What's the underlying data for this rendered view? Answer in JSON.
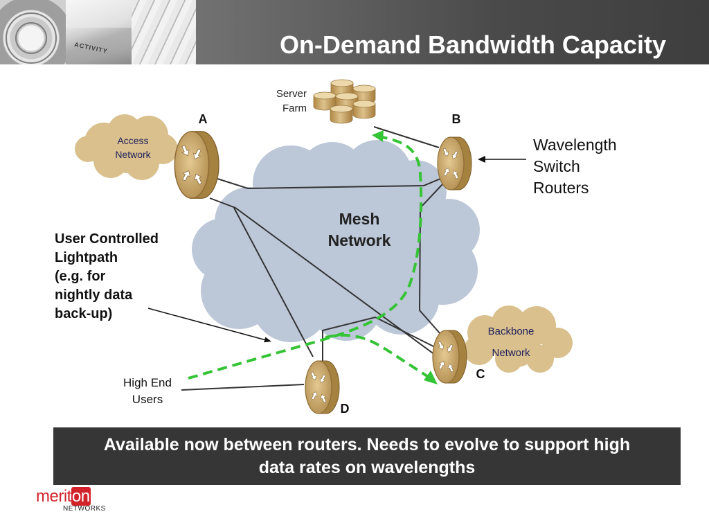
{
  "header": {
    "title": "On-Demand Bandwidth Capacity",
    "photo_text": "ACTIVITY"
  },
  "diagram": {
    "server_farm": [
      "Server",
      "Farm"
    ],
    "routers": {
      "a": "A",
      "b": "B",
      "c": "C",
      "d": "D"
    },
    "access_network": [
      "Access",
      "Network"
    ],
    "mesh_network": [
      "Mesh",
      "Network"
    ],
    "backbone_network": [
      "Backbone",
      "Network"
    ],
    "wavelength_label": [
      "Wavelength",
      "Switch",
      "Routers"
    ],
    "lightpath_label": [
      "User Controlled",
      "Lightpath",
      "(e.g. for",
      "nightly data",
      "back-up)"
    ],
    "high_end_users": [
      "High End",
      "Users"
    ]
  },
  "banner": {
    "lines": [
      "Available now between routers. Needs to evolve to support high",
      "data rates on wavelengths"
    ]
  },
  "logo": {
    "brand_a": "merit",
    "brand_b": "on",
    "sub": "NETWORKS"
  },
  "colors": {
    "title_band": "#3e3e3e",
    "banner": "#363636",
    "mesh_cloud": "#bcc7d8",
    "tan_cloud": "#d9c08d",
    "router": "#c9a86d",
    "lightpath": "#35c435",
    "link": "#333333",
    "logo_red": "#d2232a"
  }
}
